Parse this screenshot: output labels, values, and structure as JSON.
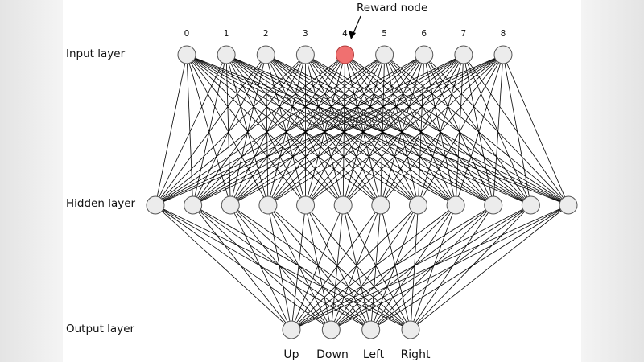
{
  "labels": {
    "input_layer": "Input layer",
    "hidden_layer": "Hidden layer",
    "output_layer": "Output layer",
    "reward_node": "Reward node"
  },
  "input_nodes": [
    "0",
    "1",
    "2",
    "3",
    "4",
    "5",
    "6",
    "7",
    "8"
  ],
  "hidden_node_count": 12,
  "output_nodes": [
    "Up",
    "Down",
    "Left",
    "Right"
  ],
  "highlight_input_index": 4,
  "colors": {
    "node_fill": "#ececec",
    "node_stroke": "#555555",
    "highlight_fill": "#f07070",
    "highlight_stroke": "#b03a3a",
    "edge": "#000000"
  }
}
